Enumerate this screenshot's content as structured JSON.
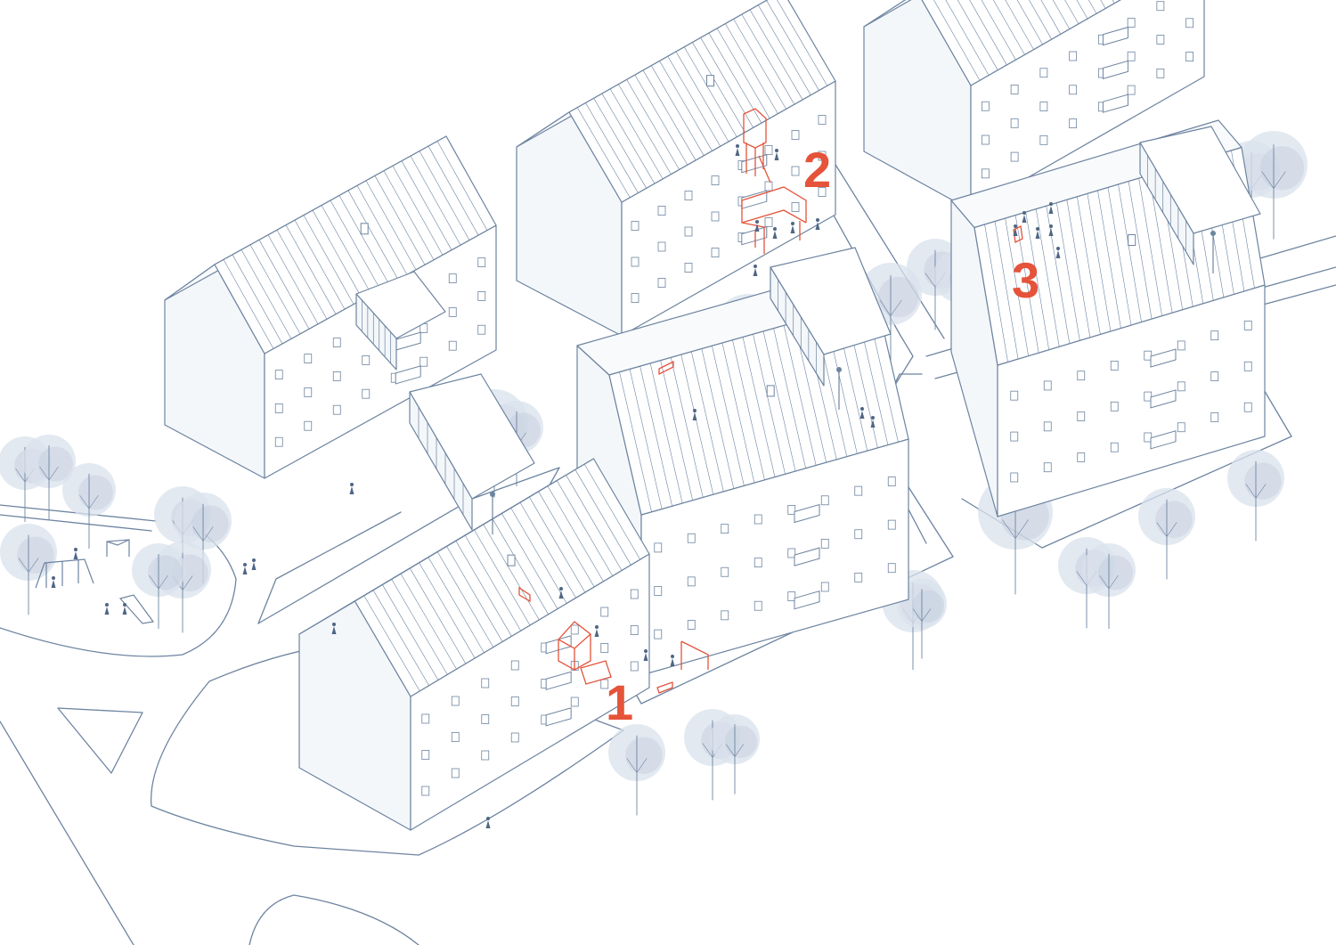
{
  "markers": [
    {
      "id": "1",
      "label": "1"
    },
    {
      "id": "2",
      "label": "2"
    },
    {
      "id": "3",
      "label": "3"
    }
  ],
  "colors": {
    "line": "#6d84a0",
    "building_fill": "#f4f7fa",
    "roof_fill": "#f8fafc",
    "tree_canopy": "#d9e2ec",
    "tree_canopy_dark": "#b9c7d6",
    "person": "#4f6684",
    "accent": "#e5533a",
    "background": "#ffffff"
  }
}
